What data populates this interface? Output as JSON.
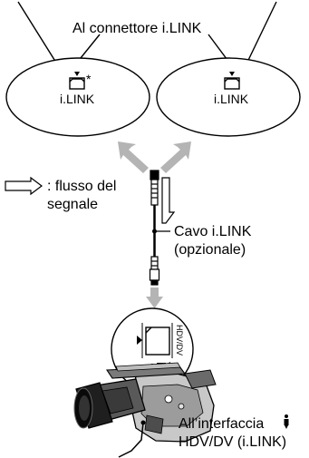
{
  "title_label": "Al connettore i.LINK",
  "left_device": {
    "port_label": "i.LINK",
    "asterisk": "*"
  },
  "right_device": {
    "port_label": "i.LINK"
  },
  "legend": {
    "line1": ": flusso del",
    "line2": "segnale"
  },
  "cable_label": {
    "line1": "Cavo i.LINK",
    "line2": "(opzionale)"
  },
  "camcorder_port_vertical": "HDV/DV",
  "interface_label": {
    "line1": "All’interfaccia",
    "line2": "HDV/DV (i.LINK)"
  }
}
